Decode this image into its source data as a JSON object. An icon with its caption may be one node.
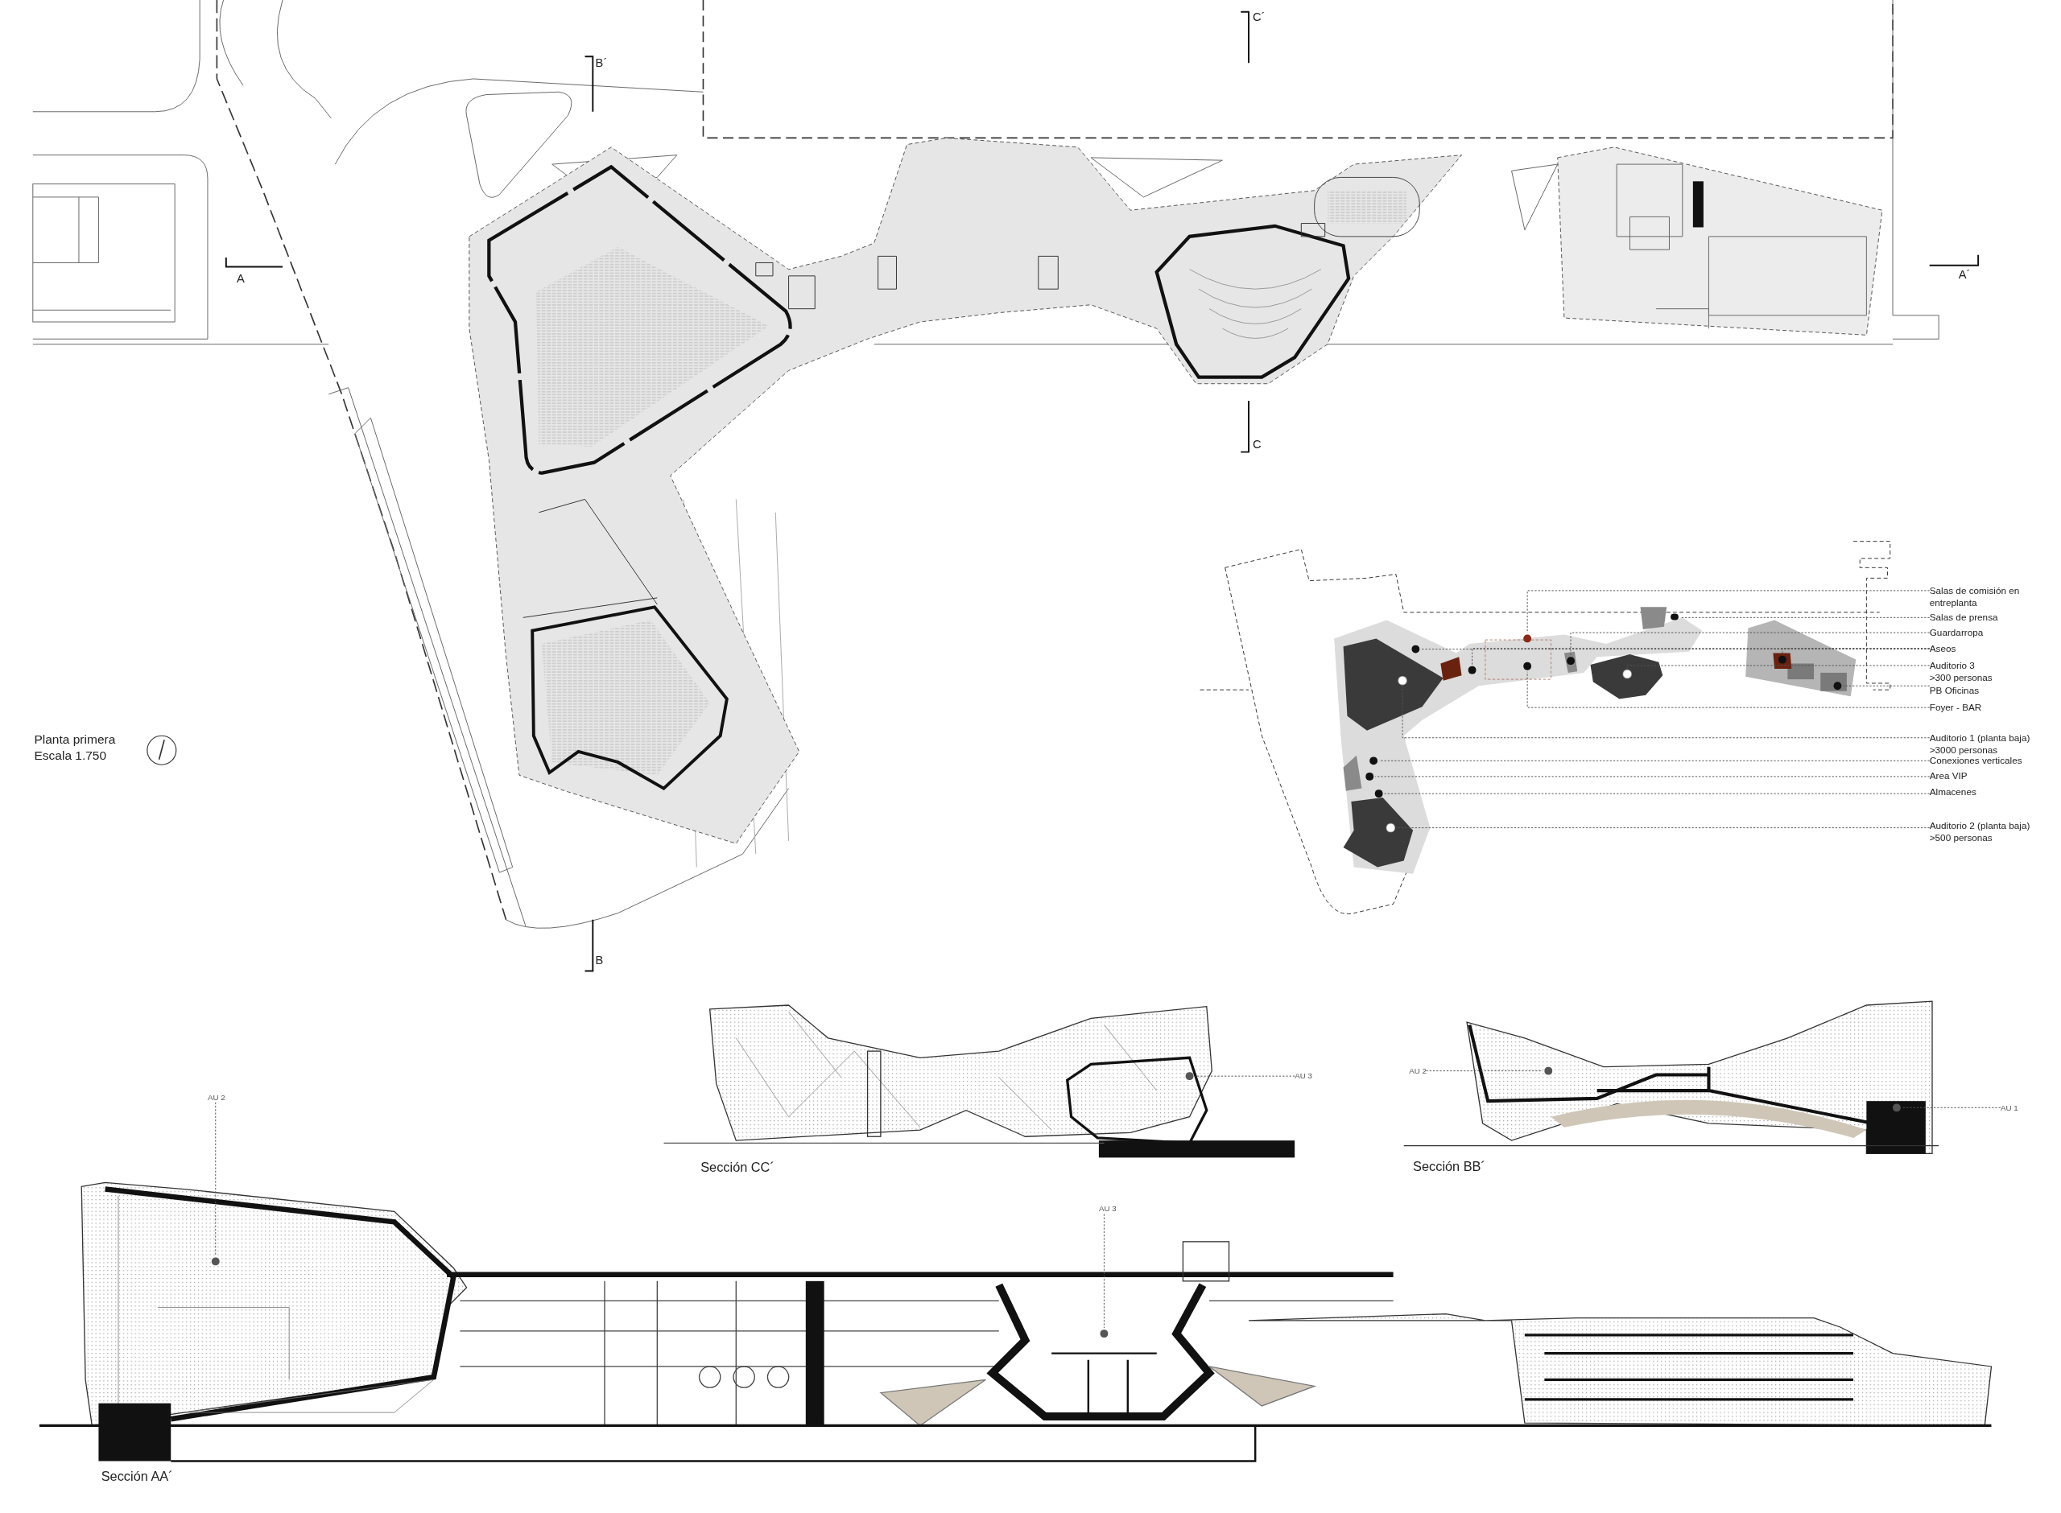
{
  "diagram": {
    "nodes": [
      {
        "text": [
          "Salas de comisión en entreplanta"
        ]
      },
      {
        "text": [
          "Salas de prensa"
        ]
      },
      {
        "text": [
          "Guardarropa"
        ]
      },
      {
        "text": [
          "Aseos"
        ]
      },
      {
        "text": [
          "Auditorio 3 >300 personas"
        ]
      },
      {
        "text": [
          "PB Oficinas"
        ]
      },
      {
        "text": [
          "Foyer - BAR"
        ]
      },
      {
        "text": [
          "Auditorio 1 (planta baja) >3000 personas"
        ]
      },
      {
        "text": [
          "Conexiones verticales"
        ]
      },
      {
        "text": [
          "Area VIP"
        ]
      },
      {
        "text": [
          "Almacenes"
        ]
      },
      {
        "text": [
          "Auditorio 2 (planta baja) >500 personas"
        ]
      },
      {
        "text": [],
        "shape": "circle"
      },
      {
        "text": [],
        "shape": "circle"
      },
      {
        "text": [],
        "shape": "circle"
      },
      {
        "text": [],
        "shape": "circle"
      },
      {
        "text": [],
        "shape": "circle"
      },
      {
        "text": [],
        "shape": "circle"
      },
      {
        "text": [],
        "shape": "circle"
      },
      {
        "text": [],
        "shape": "circle"
      },
      {
        "text": [],
        "shape": "circle"
      },
      {
        "text": [],
        "shape": "circle"
      },
      {
        "text": [],
        "shape": "circle"
      },
      {
        "text": [],
        "shape": "circle"
      },
      {
        "text": [],
        "shape": "circle"
      },
      {
        "text": [],
        "shape": "circle"
      },
      {
        "text": [
          "AU 3"
        ]
      },
      {
        "text": [
          "AU 2"
        ]
      },
      {
        "text": [
          "AU 1"
        ]
      },
      {
        "text": [
          "AU 2"
        ]
      },
      {
        "text": [
          "AU 3"
        ]
      },
      {
        "text": [],
        "shape": "circle"
      },
      {
        "text": [],
        "shape": "circle"
      },
      {
        "text": [],
        "shape": "circle"
      },
      {
        "text": [],
        "shape": "circle"
      },
      {
        "text": [],
        "shape": "circle"
      }
    ],
    "edges": [
      {
        "from": 0,
        "to": 12,
        "arrow": "none",
        "style": "dashed"
      },
      {
        "from": 1,
        "to": 13,
        "arrow": "none",
        "style": "dashed"
      },
      {
        "from": 2,
        "to": 14,
        "arrow": "none",
        "style": "dashed"
      },
      {
        "from": 3,
        "to": 15,
        "arrow": "none",
        "style": "dashed"
      },
      {
        "from": 3,
        "to": 16,
        "arrow": "none",
        "style": "dashed"
      },
      {
        "from": 3,
        "to": 17,
        "arrow": "none",
        "style": "dashed"
      },
      {
        "from": 4,
        "to": 18,
        "arrow": "none",
        "style": "dashed"
      },
      {
        "from": 5,
        "to": 19,
        "arrow": "none",
        "style": "dashed"
      },
      {
        "from": 6,
        "to": 20,
        "arrow": "none",
        "style": "dashed"
      },
      {
        "from": 7,
        "to": 21,
        "arrow": "none",
        "style": "dashed"
      },
      {
        "from": 8,
        "to": 22,
        "arrow": "none",
        "style": "dashed"
      },
      {
        "from": 9,
        "to": 23,
        "arrow": "none",
        "style": "dashed"
      },
      {
        "from": 10,
        "to": 24,
        "arrow": "none",
        "style": "dashed"
      },
      {
        "from": 11,
        "to": 25,
        "arrow": "none",
        "style": "dashed"
      },
      {
        "from": 26,
        "to": 31,
        "arrow": "none",
        "style": "dashed"
      },
      {
        "from": 27,
        "to": 32,
        "arrow": "none",
        "style": "dashed"
      },
      {
        "from": 28,
        "to": 33,
        "arrow": "none",
        "style": "dashed"
      },
      {
        "from": 29,
        "to": 34,
        "arrow": "none",
        "style": "dashed"
      },
      {
        "from": 30,
        "to": 35,
        "arrow": "none",
        "style": "dashed"
      }
    ],
    "labels": [
      "C´",
      "B´",
      "A",
      "A´",
      "C",
      "Planta primera",
      "Escala 1.750",
      "B",
      "Sección CC´",
      "Sección BB´",
      "Sección AA´"
    ]
  }
}
